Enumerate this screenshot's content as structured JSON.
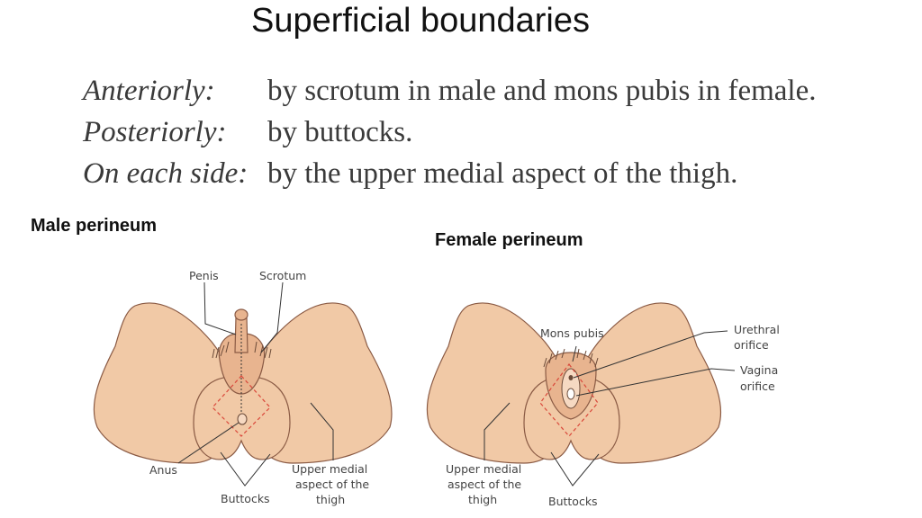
{
  "title": "Superficial boundaries",
  "boundaries": [
    {
      "term": "Anteriorly:",
      "desc": "by scrotum in male and mons pubis in female."
    },
    {
      "term": "Posteriorly:",
      "desc": "by buttocks."
    },
    {
      "term": "On each side:",
      "desc": "by the upper medial aspect of the thigh."
    }
  ],
  "male": {
    "caption": "Male perineum",
    "labels": {
      "penis": "Penis",
      "scrotum": "Scrotum",
      "anus": "Anus",
      "buttocks": "Buttocks",
      "thigh1": "Upper medial",
      "thigh2": "aspect of the",
      "thigh3": "thigh"
    }
  },
  "female": {
    "caption": "Female perineum",
    "labels": {
      "mons": "Mons pubis",
      "urethral1": "Urethral",
      "urethral2": "orifice",
      "vagina1": "Vagina",
      "vagina2": "orifice",
      "thigh1": "Upper medial",
      "thigh2": "aspect of the",
      "thigh3": "thigh",
      "buttocks": "Buttocks"
    }
  },
  "colors": {
    "skin": "#f1c9a6",
    "outline": "#8a5a44",
    "dashed": "#d9473a"
  }
}
